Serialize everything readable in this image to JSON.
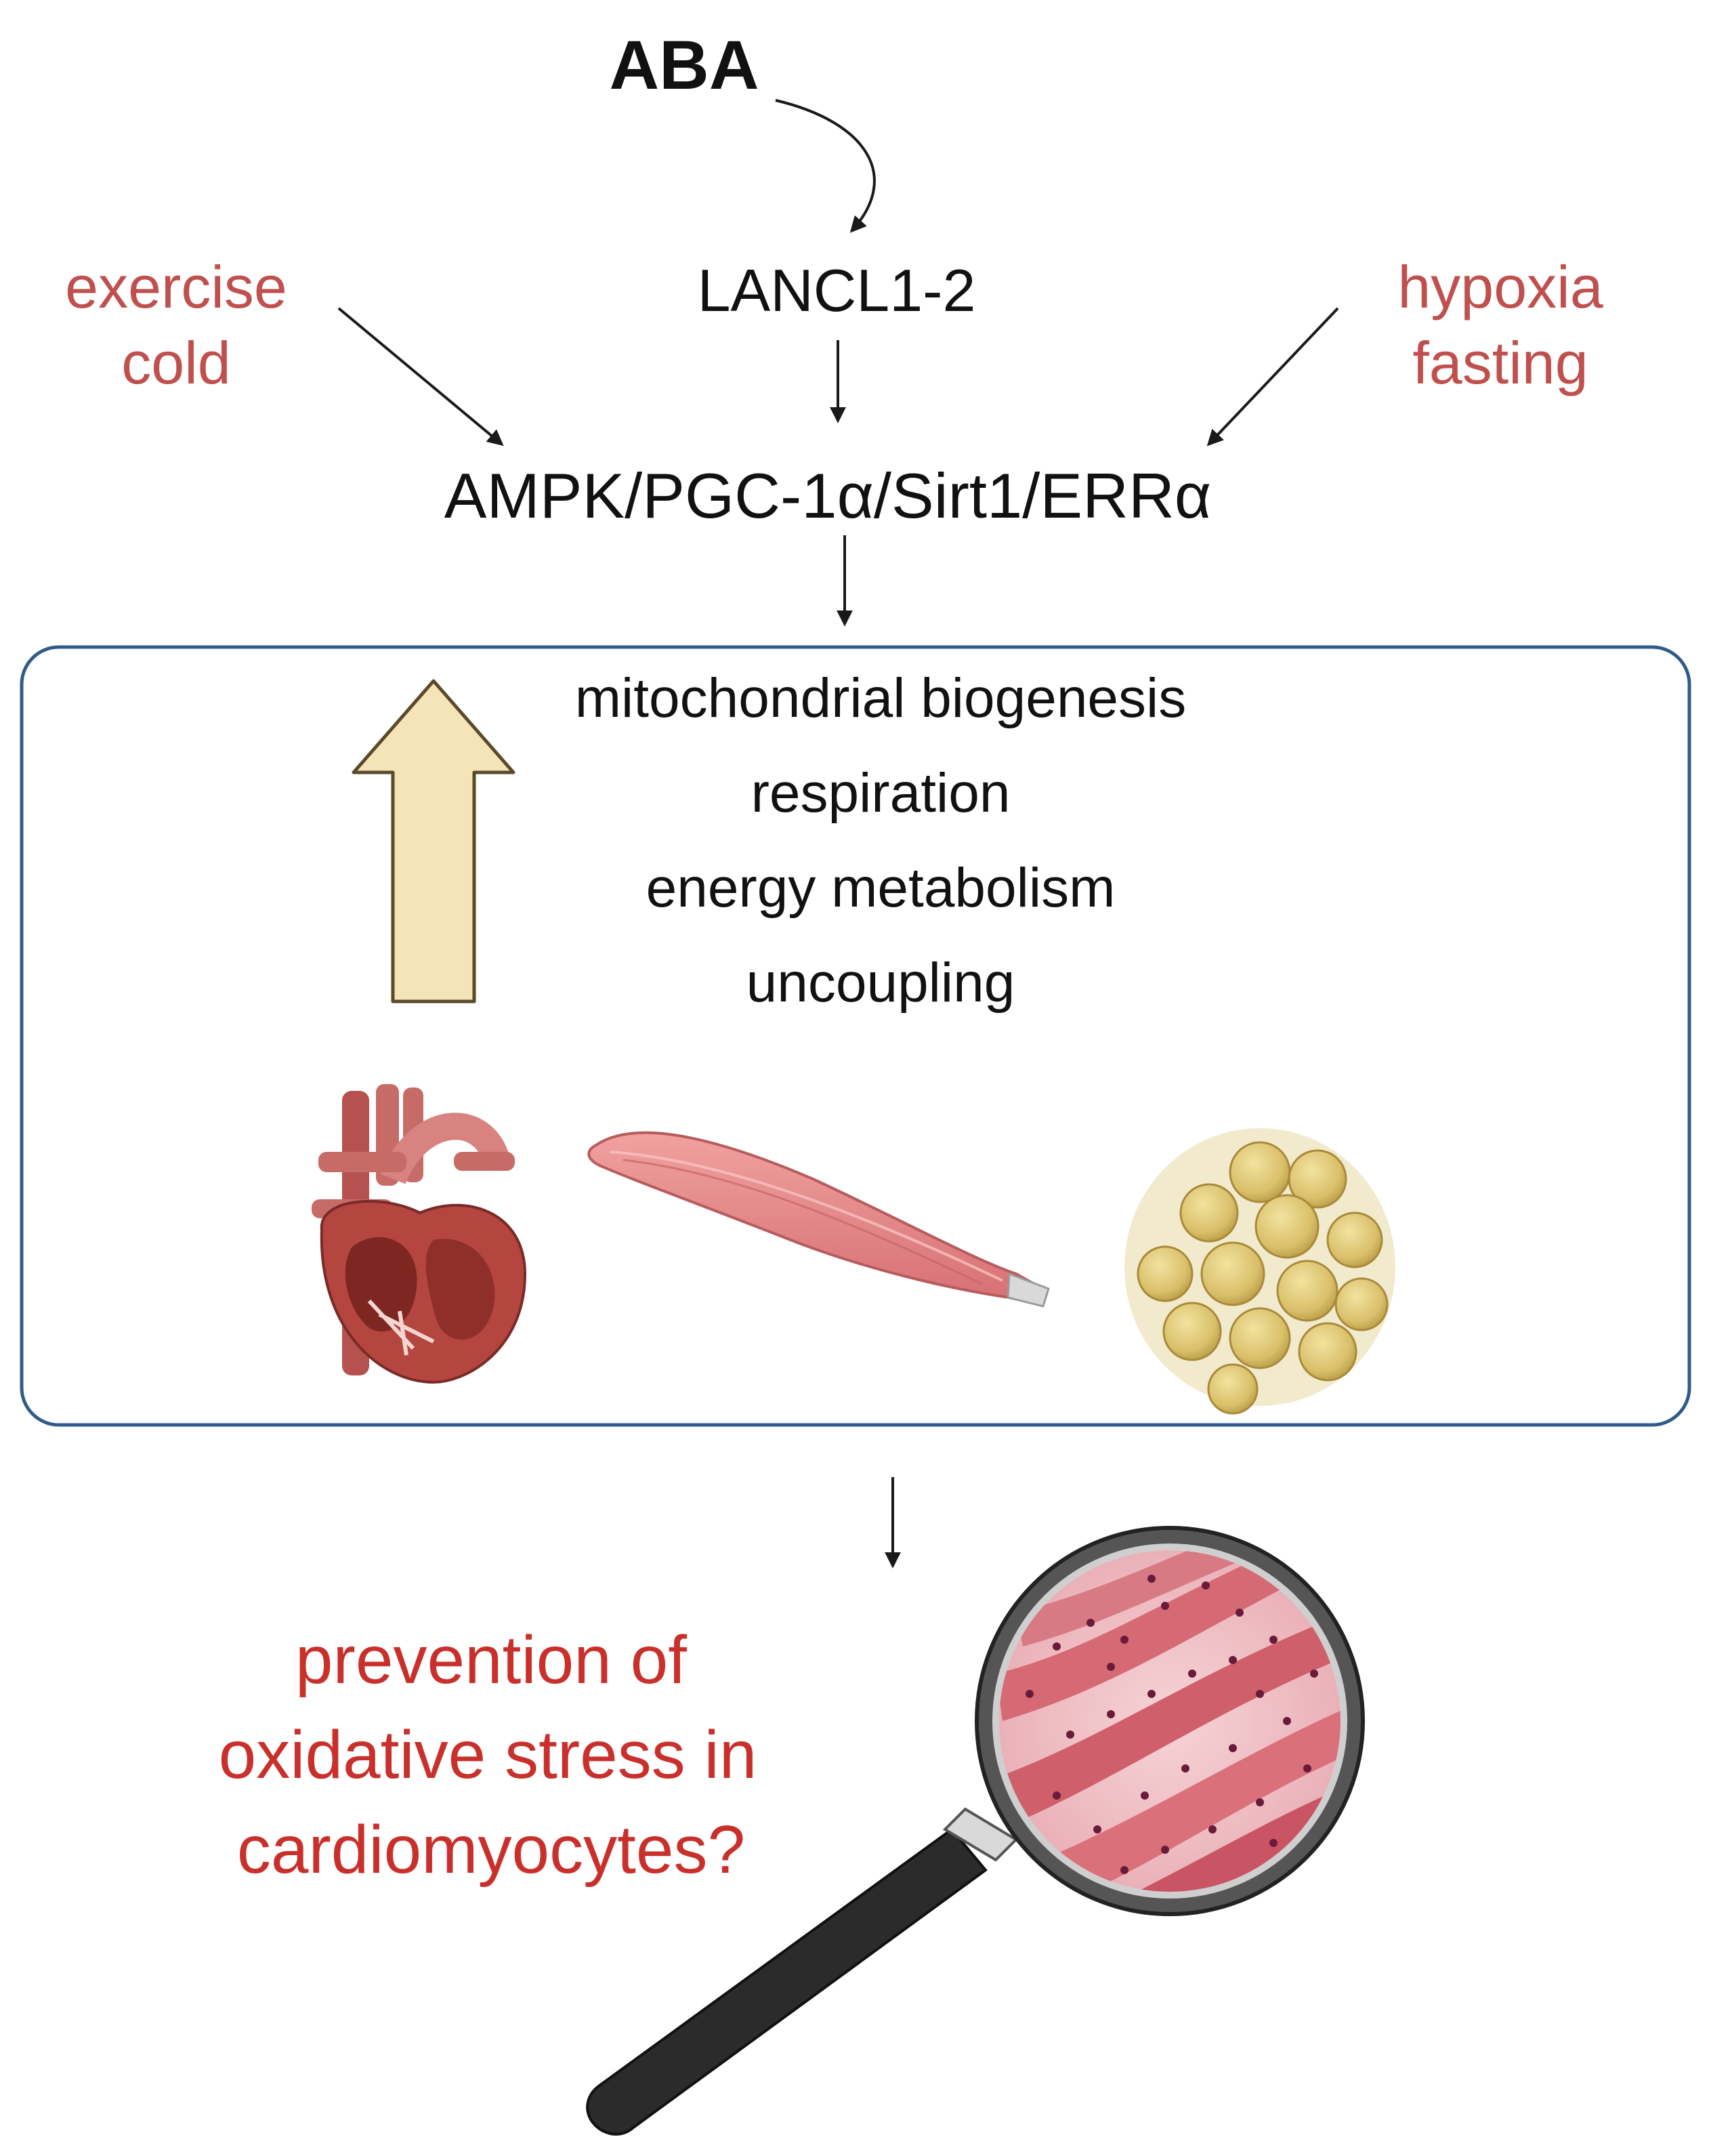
{
  "nodes": {
    "aba": "ABA",
    "lancl": "LANCL1-2",
    "left_stimuli": [
      "exercise",
      "cold"
    ],
    "right_stimuli": [
      "hypoxia",
      "fasting"
    ],
    "pathway": "AMPK/PGC-1α/Sirt1/ERRα"
  },
  "effects": [
    "mitochondrial biogenesis",
    "respiration",
    "energy metabolism",
    "uncoupling"
  ],
  "tissues": [
    "heart-icon",
    "skeletal-muscle-icon",
    "adipose-tissue-icon"
  ],
  "outcome": [
    "prevention of",
    "oxidative stress in",
    "cardiomyocytes?"
  ],
  "colors": {
    "stimulus_text": "#c0504d",
    "outcome_text": "#c9302c",
    "box_border": "#2f5b8a",
    "up_arrow_fill": "#f4e4b8"
  }
}
